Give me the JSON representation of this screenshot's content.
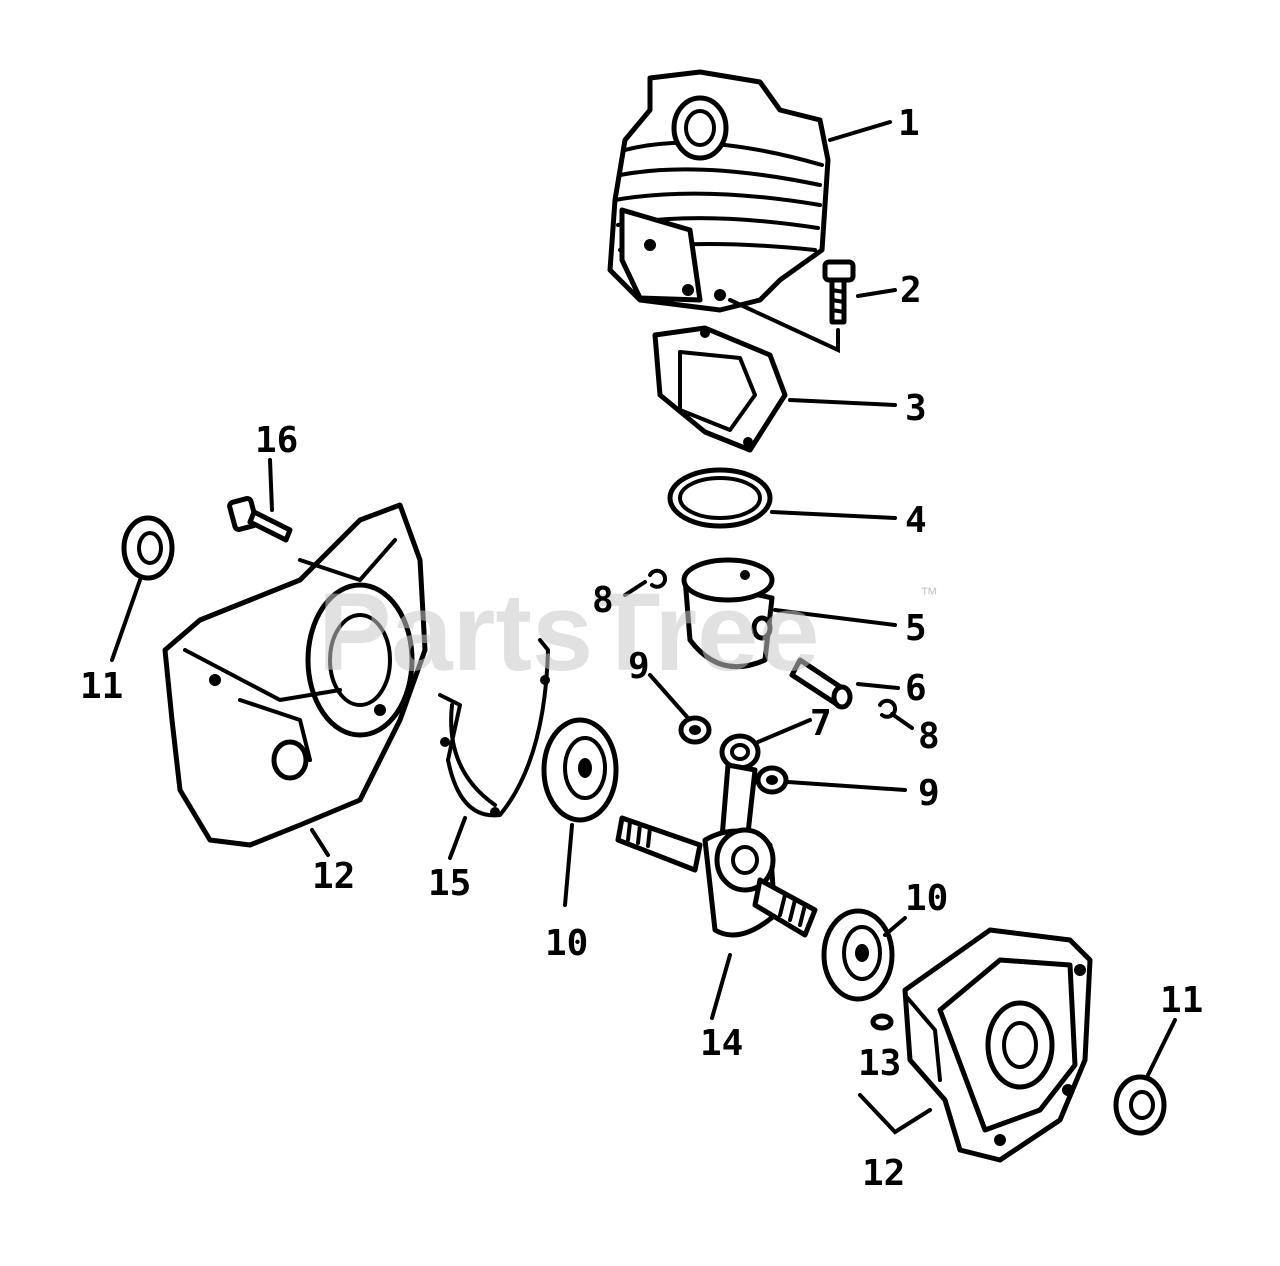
{
  "watermark": {
    "brand": "PartsTree",
    "trademark": "™"
  },
  "callouts": [
    "1",
    "2",
    "3",
    "4",
    "5",
    "6",
    "7",
    "8",
    "8",
    "9",
    "9",
    "10",
    "10",
    "11",
    "11",
    "12",
    "12",
    "13",
    "14",
    "15",
    "16"
  ],
  "colors": {
    "line": "#000000",
    "background": "#ffffff",
    "watermark": "#c8c8c8"
  }
}
